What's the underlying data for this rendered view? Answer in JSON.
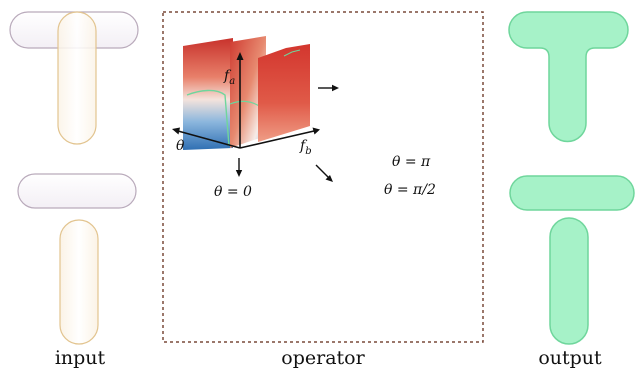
{
  "captions": {
    "input": "input",
    "operator": "operator",
    "output": "output"
  },
  "axes": {
    "fa": "f",
    "fa_sub": "a",
    "fb": "f",
    "fb_sub": "b",
    "theta": "θ"
  },
  "angle_labels": {
    "zero": "θ = 0",
    "pi": "θ = π",
    "half_pi": "θ = π/2"
  },
  "colors": {
    "output_fill": "#a6f2c8",
    "output_stroke": "#6fd69c",
    "input_horizontal_stroke": "#b9aabb",
    "input_vertical_stroke": "#e2c48f",
    "operator_border": "#7a4a3a",
    "heat_red": "#d4322c",
    "heat_blue": "#2f6fb3"
  }
}
